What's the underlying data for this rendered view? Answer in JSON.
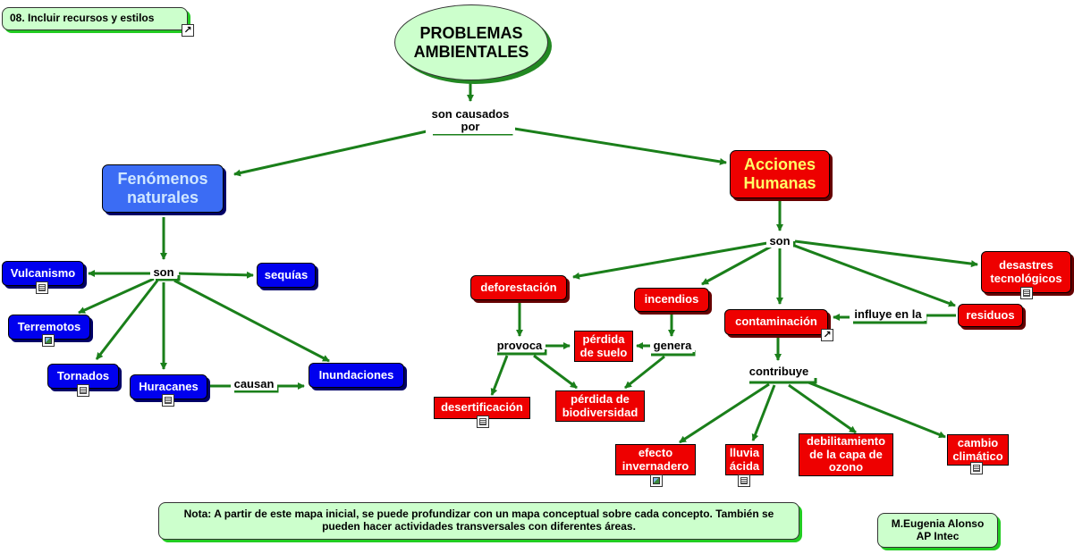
{
  "title": "PROBLEMAS AMBIENTALES",
  "file_label": "08. Incluir recursos y estilos",
  "nodes": {
    "fenomenos": "Fenómenos naturales",
    "acciones": "Acciones Humanas",
    "vulcanismo": "Vulcanismo",
    "sequias": "sequías",
    "terremotos": "Terremotos",
    "tornados": "Tornados",
    "huracanes": "Huracanes",
    "inundaciones": "Inundaciones",
    "deforestacion": "deforestación",
    "incendios": "incendios",
    "desastres": "desastres tecnológicos",
    "contaminacion": "contaminación",
    "residuos": "residuos",
    "perdida_suelo": "pérdida de suelo",
    "desertificacion": "desertificación",
    "perdida_bio": "pérdida de biodiversidad",
    "efecto": "efecto invernadero",
    "lluvia": "lluvia ácida",
    "ozono": "debilitamiento de la capa de ozono",
    "cambio": "cambio climático"
  },
  "phrases": {
    "causados": "son causados por",
    "son_left": "son",
    "son_right": "son",
    "causan": "causan",
    "provoca": "provoca",
    "genera": "genera",
    "influye": "influye en la",
    "contribuye": "contribuye"
  },
  "note": "Nota: A partir de este mapa inicial, se puede profundizar con un mapa conceptual  sobre cada concepto. También se pueden hacer actividades transversales con diferentes áreas.",
  "author": "M.Eugenia Alonso AP Intec",
  "colors": {
    "link": "#1a7f1a",
    "green_node": "#ccffcc",
    "blue_node": "#0000ee",
    "red_node": "#ee0000"
  },
  "icons": [
    "link-shortcut-icon",
    "document-icon",
    "image-icon"
  ]
}
